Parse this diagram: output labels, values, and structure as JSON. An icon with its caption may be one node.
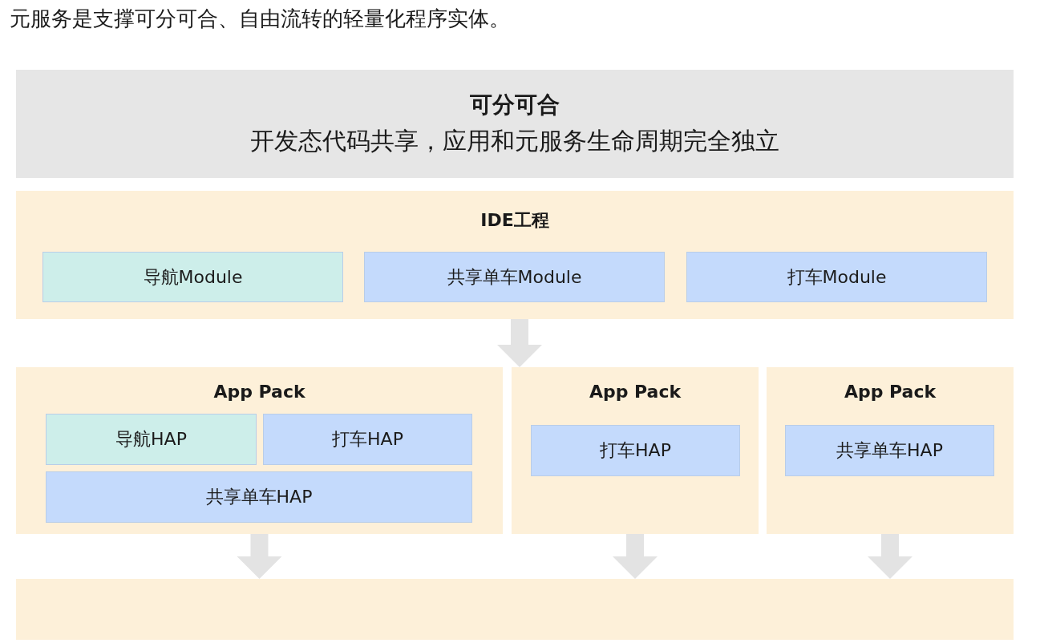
{
  "diagram": {
    "title": "元服务是支撑可分可合、自由流转的轻量化程序实体。",
    "nodes": [
      {
        "text": [
          "可分可合",
          "开发态代码共享，应用和元服务生命周期完全独立"
        ]
      },
      {
        "text": [
          "IDE工程"
        ]
      },
      {
        "text": [
          "导航Module"
        ],
        "in": 1
      },
      {
        "text": [
          "共享单车Module"
        ],
        "in": 1
      },
      {
        "text": [
          "打车Module"
        ],
        "in": 1
      },
      {
        "text": [
          "App Pack"
        ]
      },
      {
        "text": [
          "导航HAP"
        ],
        "in": 5
      },
      {
        "text": [
          "打车HAP"
        ],
        "in": 5
      },
      {
        "text": [
          "共享单车HAP"
        ],
        "in": 5
      },
      {
        "text": [
          "App Pack"
        ]
      },
      {
        "text": [
          "打车HAP"
        ],
        "in": 9
      },
      {
        "text": [
          "App Pack"
        ]
      },
      {
        "text": [
          "共享单车HAP"
        ],
        "in": 11
      },
      {
        "text": [],
        "shape": "box"
      }
    ],
    "edges": [
      {
        "from": 1,
        "to": 9,
        "arrow": "to"
      },
      {
        "from": 5,
        "to": 13,
        "arrow": "to"
      },
      {
        "from": 9,
        "to": 13,
        "arrow": "to"
      },
      {
        "from": 11,
        "to": 13,
        "arrow": "to"
      }
    ]
  }
}
